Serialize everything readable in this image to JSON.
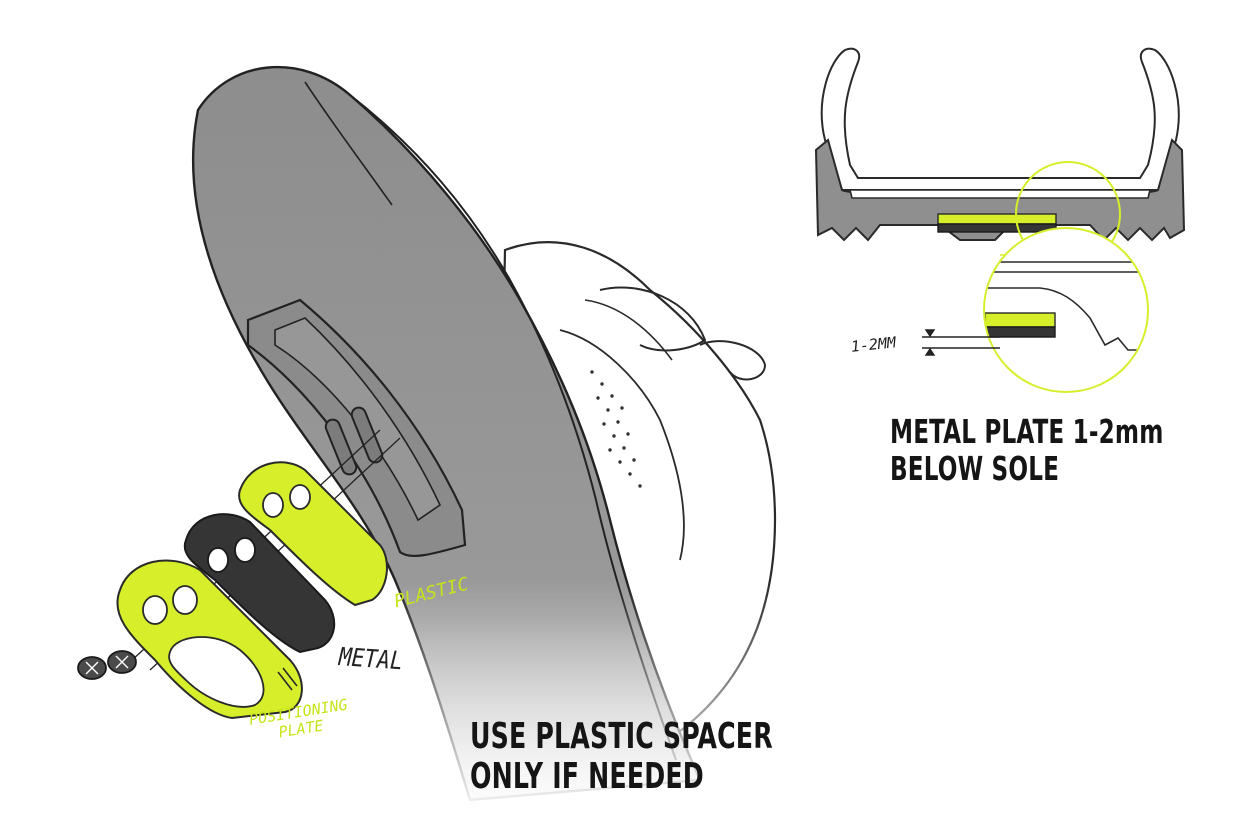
{
  "caption_metal_plate": {
    "line1": "METAL PLATE 1-2mm",
    "line2": "BELOW SOLE"
  },
  "caption_spacer": {
    "line1": "USE PLASTIC SPACER",
    "line2": "ONLY IF NEEDED"
  },
  "labels": {
    "metal": "METAL",
    "plastic": "PLASTIC",
    "positioning_line1": "POSITIONING",
    "positioning_line2": "PLATE",
    "gap": "1-2MM"
  },
  "colors": {
    "lime": "#d6ef2a",
    "sole_gray": "#8e8e8e",
    "dark_plate": "#333333",
    "outline": "#2a2a2a"
  }
}
